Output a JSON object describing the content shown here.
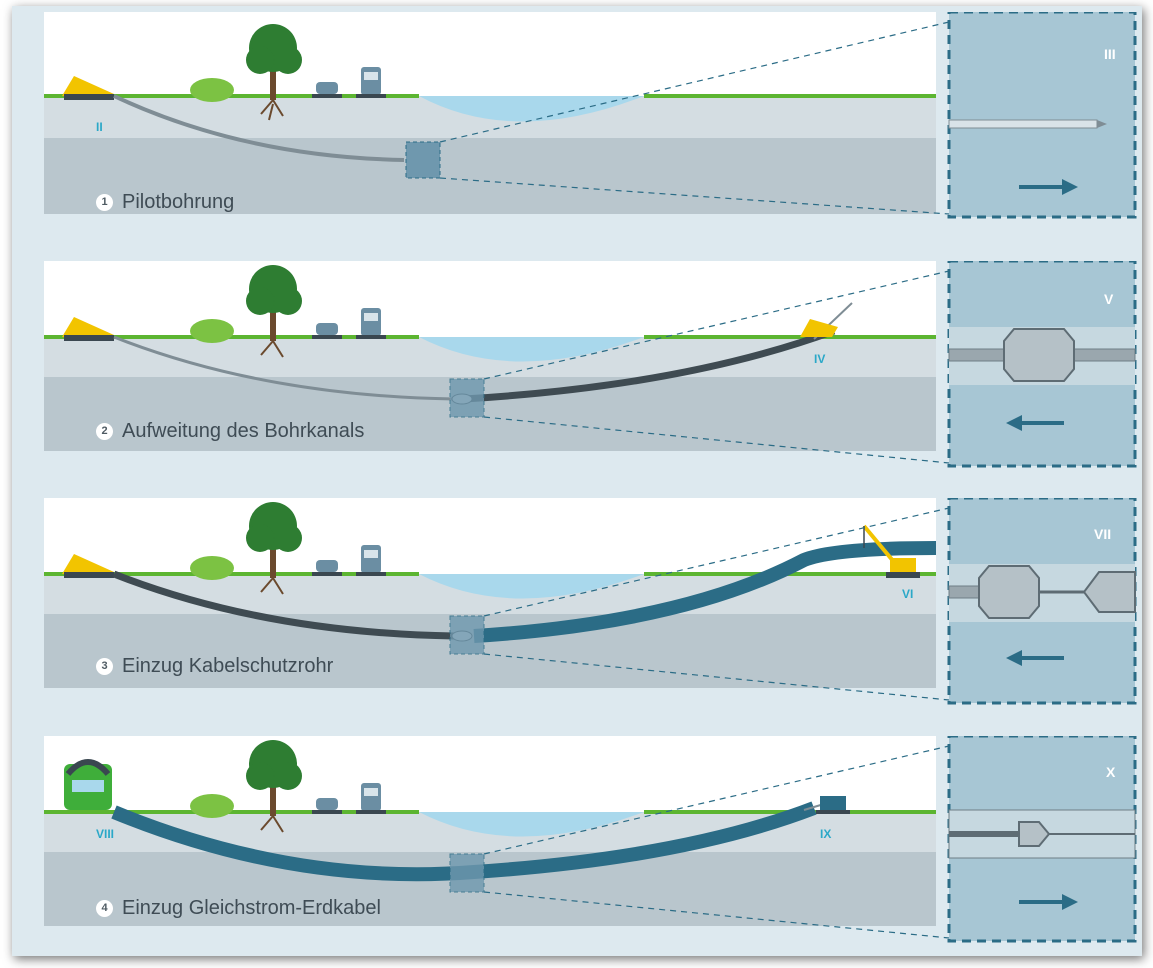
{
  "steps": [
    {
      "number": "1",
      "label": "Pilotbohrung",
      "marker_ground": "II",
      "marker_detail": "III",
      "direction": "right"
    },
    {
      "number": "2",
      "label": "Aufweitung des Bohrkanals",
      "marker_ground": "IV",
      "marker_detail": "V",
      "direction": "left"
    },
    {
      "number": "3",
      "label": "Einzug Kabelschutzrohr",
      "marker_ground": "VI",
      "marker_detail": "VII",
      "direction": "left"
    },
    {
      "number": "4",
      "label": "Einzug Gleichstrom-Erdkabel",
      "marker_ground": "VIII",
      "marker_ground_2": "IX",
      "marker_detail": "X",
      "direction": "right"
    }
  ],
  "colors": {
    "frame": "#dde9ef",
    "sky": "#ffffff",
    "grass": "#5cb531",
    "soil_light": "#d4dde2",
    "soil_dark": "#b9c6cd",
    "water": "#a9d8ec",
    "detail_bg": "#a7c6d4",
    "pipe": "#2b6c86",
    "drill_rod": "#7f8d95",
    "machine": "#f2c400",
    "tree": "#2e7d32",
    "truck": "#3fae3a",
    "marker": "#2ba8c8"
  },
  "icons": [
    "drilling-rig-icon",
    "bush-icon",
    "tree-icon",
    "car-icon",
    "tram-icon",
    "reamer-icon",
    "crane-icon",
    "cable-truck-icon",
    "trailer-icon",
    "direction-arrow-icon"
  ]
}
